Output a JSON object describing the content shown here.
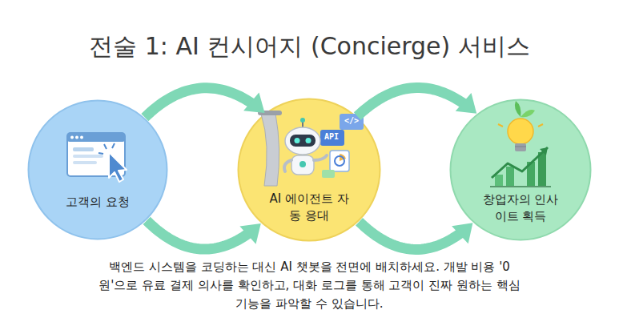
{
  "diagram": {
    "title": "전술 1: AI 컨시어지 (Concierge) 서비스",
    "caption": "백엔드 시스템을 코딩하는 대신 AI 챗봇을 전면에 배치하세요. 개발 비용 '0원'으로 유료 결제 의사를 확인하고, 대화 로그를 통해 고객이 진짜 원하는 핵심기능을 파악할 수 있습니다.",
    "nodes": [
      {
        "text": [
          "고객의 요청"
        ]
      },
      {
        "text": [
          "AI 에이전트 자동 응대"
        ]
      },
      {
        "text": [
          "창업자의 인사이트 획득"
        ]
      }
    ],
    "edges": [
      {
        "from": 0,
        "to": 1,
        "arrow": "to"
      },
      {
        "from": 0,
        "to": 1,
        "arrow": "to"
      },
      {
        "from": 1,
        "to": 2,
        "arrow": "to"
      },
      {
        "from": 1,
        "to": 2,
        "arrow": "to"
      }
    ],
    "labels": [
      "API",
      "</>"
    ]
  }
}
